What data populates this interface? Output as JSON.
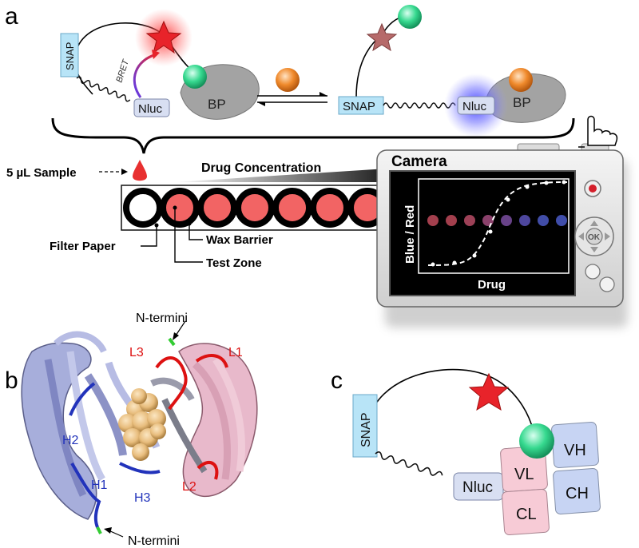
{
  "panels": {
    "a": "a",
    "b": "b",
    "c": "c"
  },
  "sensor": {
    "snap": "SNAP",
    "nluc": "Nluc",
    "bp": "BP",
    "bret": "BRET"
  },
  "assay": {
    "sample": "5 µL Sample",
    "drug_concentration": "Drug Concentration",
    "filter_paper": "Filter Paper",
    "wax_barrier": "Wax Barrier",
    "test_zone": "Test Zone"
  },
  "camera": {
    "title": "Camera",
    "ylabel": "Blue / Red",
    "xlabel": "Drug",
    "ok": "OK"
  },
  "structure": {
    "n_termini": "N-termini",
    "loops": {
      "h1": "H1",
      "h2": "H2",
      "h3": "H3",
      "l1": "L1",
      "l2": "L2",
      "l3": "L3"
    },
    "colors": {
      "heavy": "#2233bb",
      "light": "#dd1111"
    }
  },
  "antibody": {
    "vl": "VL",
    "vh": "VH",
    "cl": "CL",
    "ch": "CH"
  },
  "colors": {
    "snap_box": "#b8e4f7",
    "nluc_box": "#d8dff2",
    "star_red": "#e8232a",
    "ball_green": "#36d98f",
    "ball_orange": "#f08a2c",
    "test_zone_red": "#f26464",
    "bp_gray": "#a0a0a0"
  }
}
